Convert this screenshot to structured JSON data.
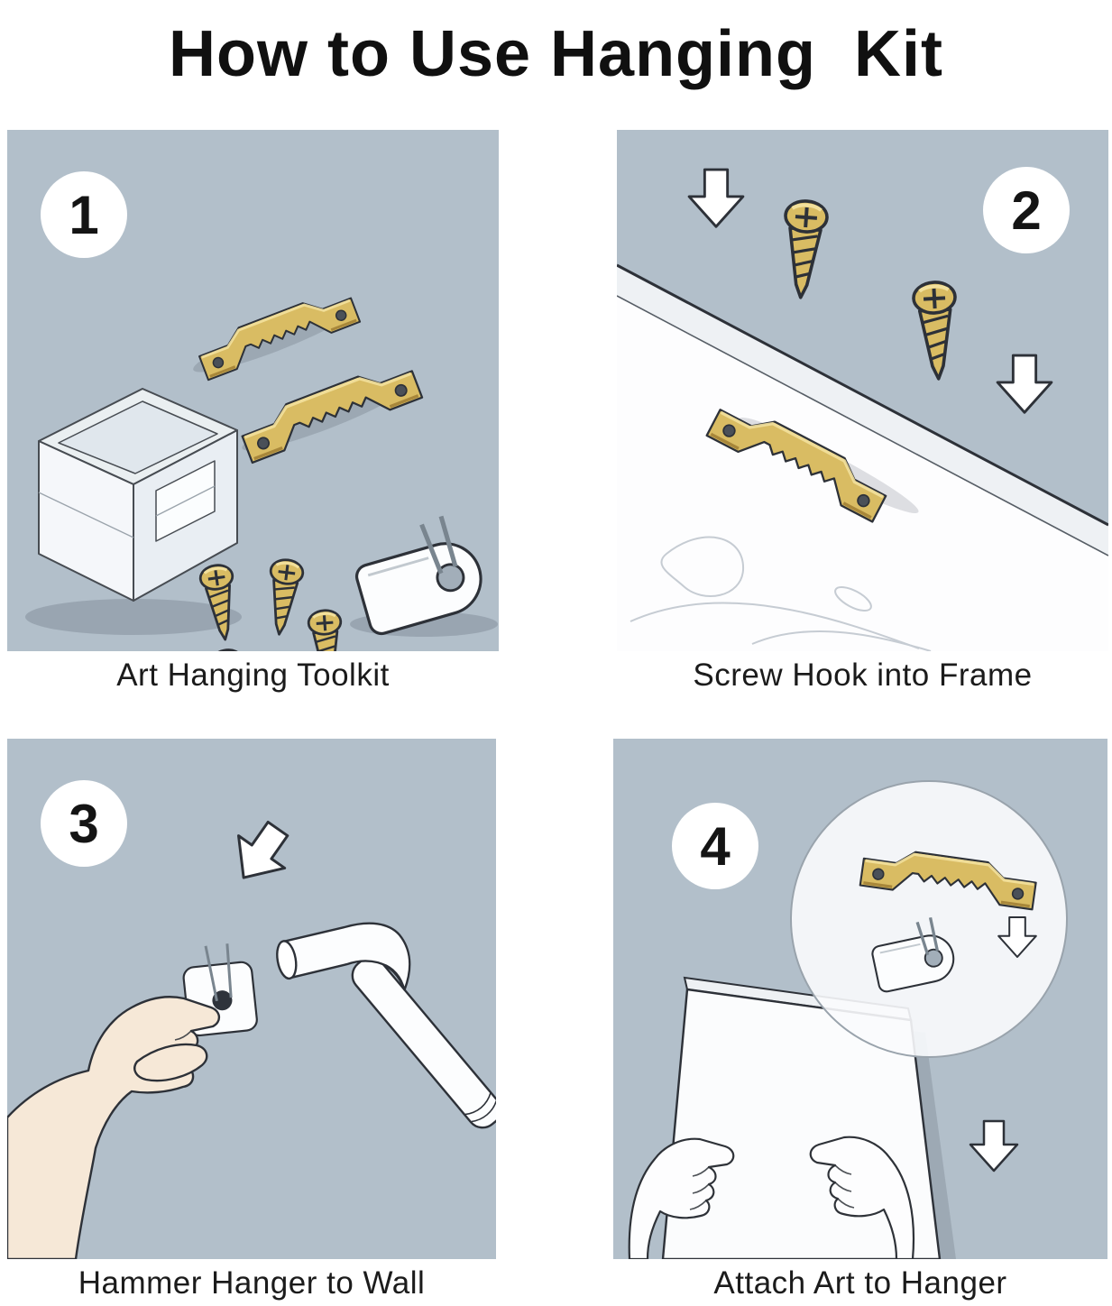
{
  "title": "How to Use Hanging  Kit",
  "panels": [
    {
      "step": "1",
      "caption": "Art Hanging Toolkit"
    },
    {
      "step": "2",
      "caption": "Screw Hook into Frame"
    },
    {
      "step": "3",
      "caption": "Hammer Hanger to Wall"
    },
    {
      "step": "4",
      "caption": "Attach Art to Hanger"
    }
  ],
  "colors": {
    "panel_bg": "#b2bfca",
    "brass": "#d9bc63",
    "outline": "#2d3138",
    "skin": "#f6e8d7"
  }
}
